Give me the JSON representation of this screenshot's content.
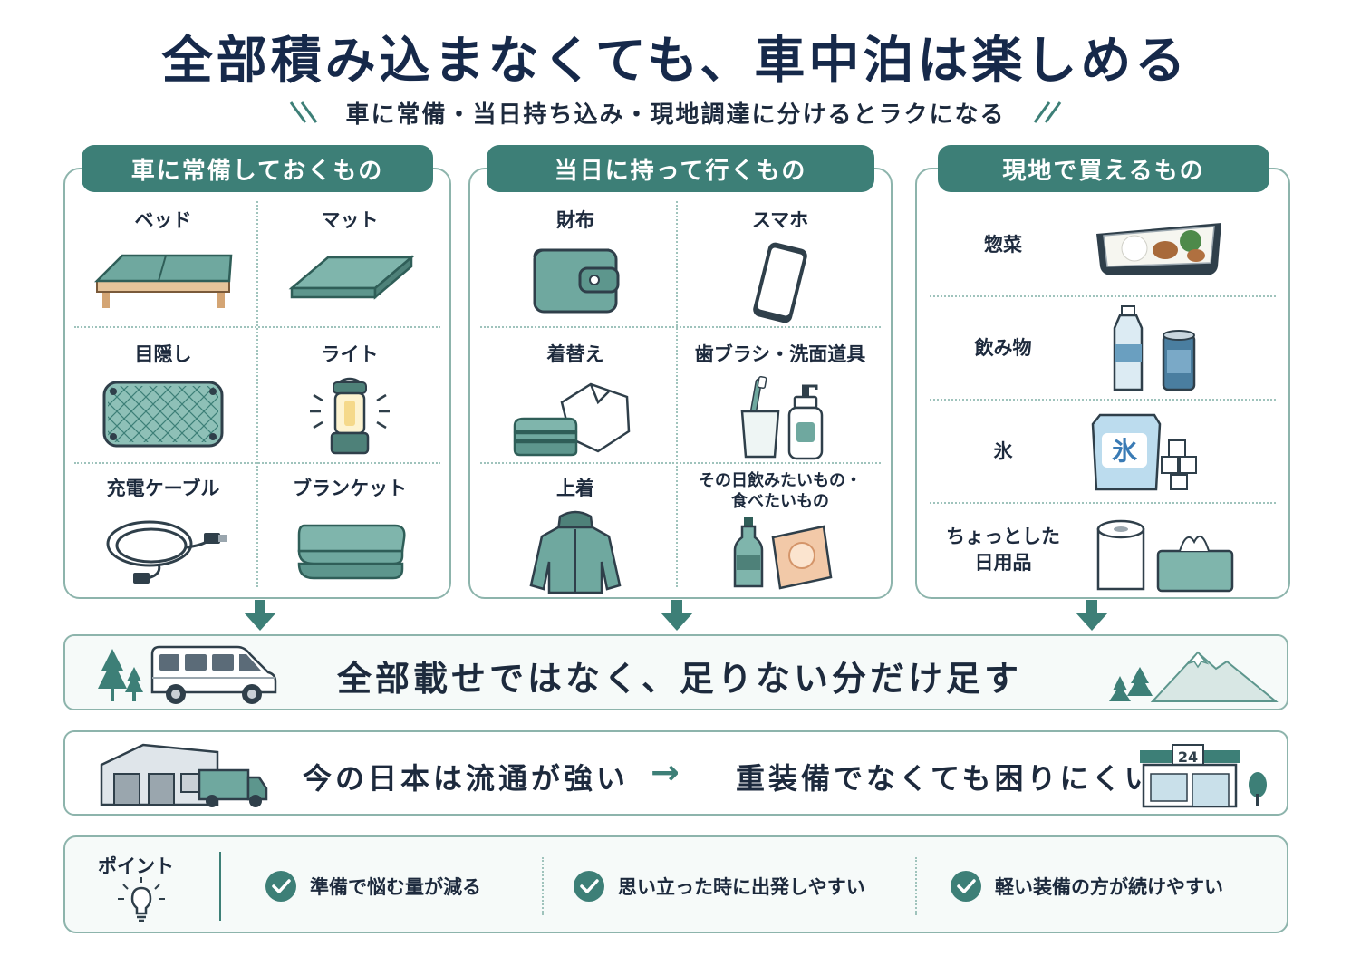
{
  "title": "全部積み込まなくても、車中泊は楽しめる",
  "subtitle": "車に常備・当日持ち込み・現地調達に分けるとラクになる",
  "colors": {
    "accent": "#3d7f77",
    "border": "#8db4ac",
    "navy": "#16294a",
    "icon": "#6fa89f"
  },
  "panels": [
    {
      "title": "車に常備しておくもの",
      "items": [
        {
          "label": "ベッド",
          "icon": "bed-icon"
        },
        {
          "label": "マット",
          "icon": "mat-icon"
        },
        {
          "label": "目隠し",
          "icon": "window-shade-icon"
        },
        {
          "label": "ライト",
          "icon": "lantern-icon"
        },
        {
          "label": "充電ケーブル",
          "icon": "cable-icon"
        },
        {
          "label": "ブランケット",
          "icon": "blanket-icon"
        }
      ]
    },
    {
      "title": "当日に持って行くもの",
      "items": [
        {
          "label": "財布",
          "icon": "wallet-icon"
        },
        {
          "label": "スマホ",
          "icon": "smartphone-icon"
        },
        {
          "label": "着替え",
          "icon": "clothes-icon"
        },
        {
          "label": "歯ブラシ・洗面道具",
          "icon": "toothbrush-icon"
        },
        {
          "label": "上着",
          "icon": "jacket-icon"
        },
        {
          "label_line1": "その日飲みたいもの・",
          "label_line2": "食べたいもの",
          "icon": "snack-icon"
        }
      ]
    },
    {
      "title": "現地で買えるもの",
      "items": [
        {
          "label": "惣菜",
          "icon": "bento-icon"
        },
        {
          "label": "飲み物",
          "icon": "drinks-icon"
        },
        {
          "label": "氷",
          "icon": "ice-bag-icon",
          "bag_text": "氷"
        },
        {
          "label_line1": "ちょっとした",
          "label_line2": "日用品",
          "icon": "tissue-icon"
        }
      ]
    }
  ],
  "banner1": {
    "text": "全部載せではなく、足りない分だけ足す"
  },
  "banner2": {
    "left": "今の日本は流通が強い",
    "arrow": "→",
    "right": "重装備でなくても困りにくい",
    "store_sign": "24"
  },
  "points": {
    "label": "ポイント",
    "items": [
      "準備で悩む量が減る",
      "思い立った時に出発しやすい",
      "軽い装備の方が続けやすい"
    ]
  }
}
